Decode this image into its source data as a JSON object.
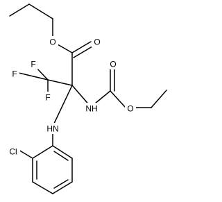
{
  "molecule": {
    "atoms": {
      "o_ester": "O",
      "o_carbonyl": "O",
      "f1": "F",
      "f2": "F",
      "f3": "F",
      "nh_carbamate": "NH",
      "o_carbamate_ether": "O",
      "o_carbamate_carbonyl": "O",
      "nh_aniline": "HN",
      "cl": "Cl"
    }
  }
}
